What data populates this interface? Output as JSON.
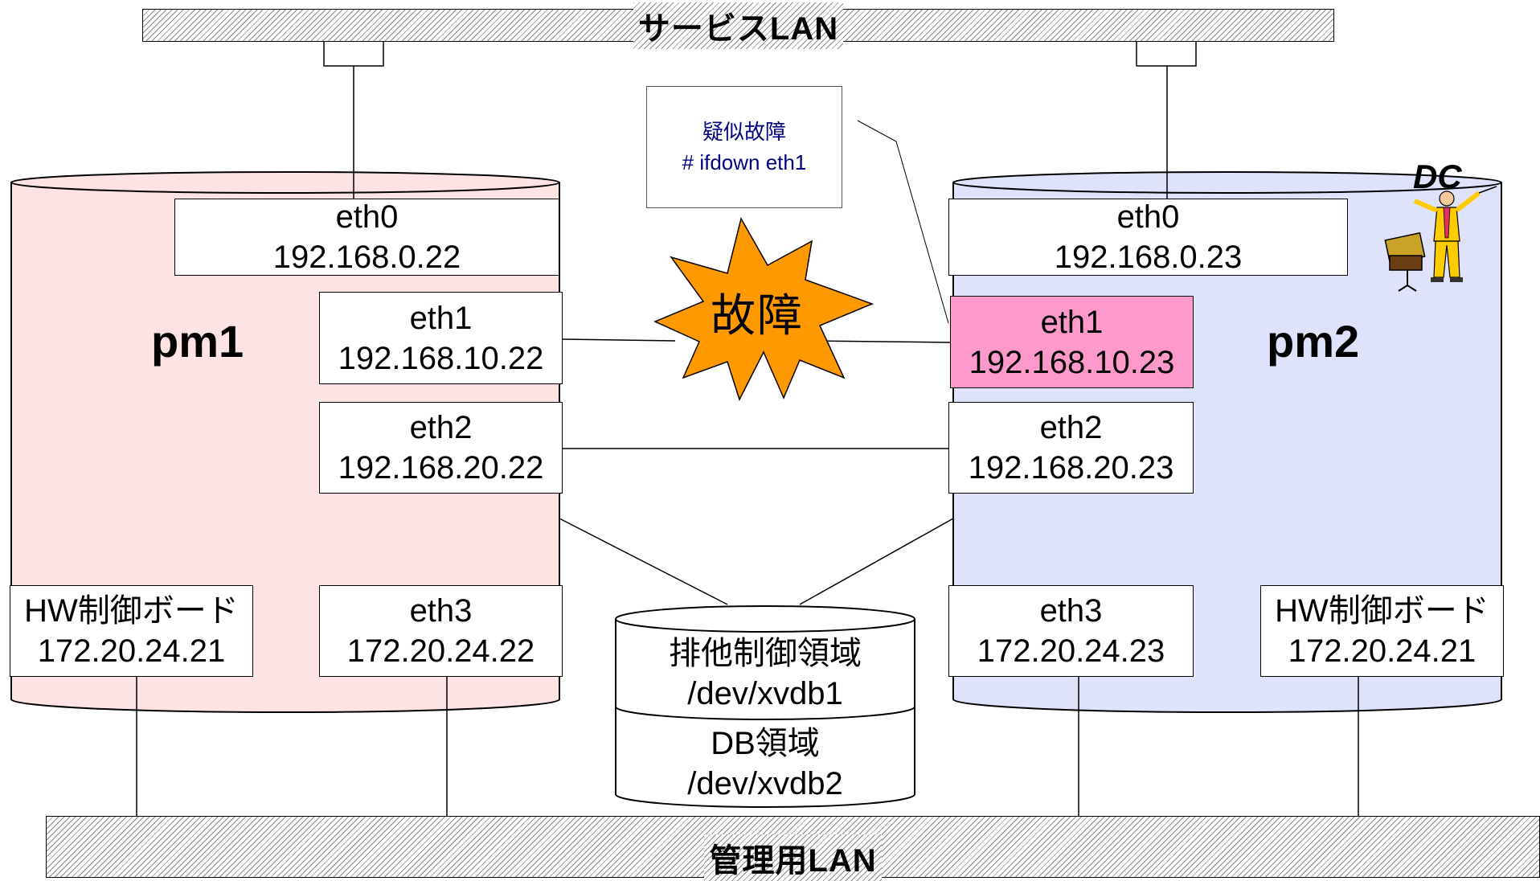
{
  "service_lan": {
    "label": "サービスLAN"
  },
  "mgmt_lan": {
    "label": "管理用LAN"
  },
  "pm1": {
    "name": "pm1",
    "eth0": {
      "name": "eth0",
      "ip": "192.168.0.22"
    },
    "eth1": {
      "name": "eth1",
      "ip": "192.168.10.22"
    },
    "eth2": {
      "name": "eth2",
      "ip": "192.168.20.22"
    },
    "eth3": {
      "name": "eth3",
      "ip": "172.20.24.22"
    },
    "hw": {
      "name": "HW制御ボード",
      "ip": "172.20.24.21"
    }
  },
  "pm2": {
    "name": "pm2",
    "eth0": {
      "name": "eth0",
      "ip": "192.168.0.23"
    },
    "eth1": {
      "name": "eth1",
      "ip": "192.168.10.23"
    },
    "eth2": {
      "name": "eth2",
      "ip": "192.168.20.23"
    },
    "eth3": {
      "name": "eth3",
      "ip": "172.20.24.23"
    },
    "hw": {
      "name": "HW制御ボード",
      "ip": "172.20.24.21"
    },
    "dc_label": "DC"
  },
  "fault": {
    "label": "故障"
  },
  "callout": {
    "line1": "疑似故障",
    "line2": "# ifdown eth1"
  },
  "storage": {
    "area1": {
      "name": "排他制御領域",
      "path": "/dev/xvdb1"
    },
    "area2": {
      "name": "DB領域",
      "path": "/dev/xvdb2"
    }
  },
  "colors": {
    "pm1_fill": "#fde3e3",
    "pm2_fill": "#dfe2fb",
    "fail_highlight": "#ff99cc",
    "fault_star": "#ff9900",
    "callout_text": "#000080"
  }
}
